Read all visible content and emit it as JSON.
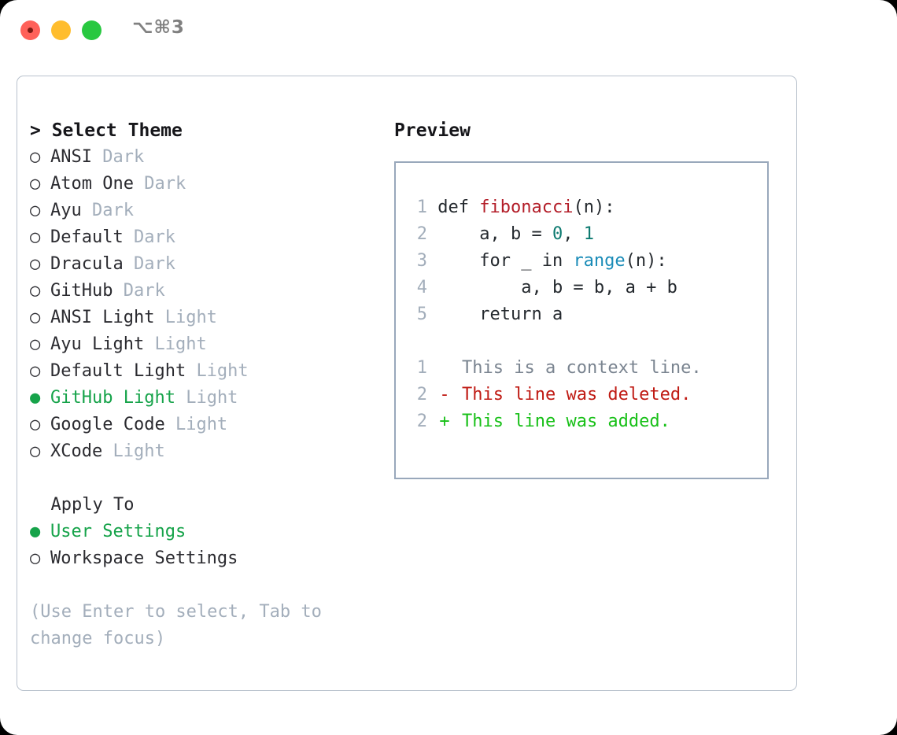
{
  "titlebar": {
    "shortcut": "⌥⌘3",
    "lights": [
      "close-red",
      "minimize-yellow",
      "maximize-green"
    ]
  },
  "theme_picker": {
    "header": "> Select Theme",
    "selected_marker": "●",
    "unselected_marker": "○",
    "selected_color": "#16a34a",
    "badge_color": "#a3aebb",
    "items": [
      {
        "marker": "○",
        "label": "ANSI",
        "badge": "Dark",
        "selected": false
      },
      {
        "marker": "○",
        "label": "Atom One",
        "badge": "Dark",
        "selected": false
      },
      {
        "marker": "○",
        "label": "Ayu",
        "badge": "Dark",
        "selected": false
      },
      {
        "marker": "○",
        "label": "Default",
        "badge": "Dark",
        "selected": false
      },
      {
        "marker": "○",
        "label": "Dracula",
        "badge": "Dark",
        "selected": false
      },
      {
        "marker": "○",
        "label": "GitHub",
        "badge": "Dark",
        "selected": false
      },
      {
        "marker": "○",
        "label": "ANSI Light",
        "badge": "Light",
        "selected": false
      },
      {
        "marker": "○",
        "label": "Ayu Light",
        "badge": "Light",
        "selected": false
      },
      {
        "marker": "○",
        "label": "Default Light",
        "badge": "Light",
        "selected": false
      },
      {
        "marker": "●",
        "label": "GitHub Light",
        "badge": "Light",
        "selected": true
      },
      {
        "marker": "○",
        "label": "Google Code",
        "badge": "Light",
        "selected": false
      },
      {
        "marker": "○",
        "label": "XCode",
        "badge": "Light",
        "selected": false
      }
    ]
  },
  "apply_to": {
    "header": "  Apply To",
    "items": [
      {
        "marker": "●",
        "label": "User Settings",
        "selected": true
      },
      {
        "marker": "○",
        "label": "Workspace Settings",
        "selected": false
      }
    ]
  },
  "hint": "(Use Enter to select, Tab to change focus)",
  "preview": {
    "title": "Preview",
    "code_lines": [
      {
        "num": "1",
        "tokens": [
          {
            "text": "def ",
            "type": "plain"
          },
          {
            "text": "fibonacci",
            "type": "fn"
          },
          {
            "text": "(n):",
            "type": "plain"
          }
        ]
      },
      {
        "num": "2",
        "tokens": [
          {
            "text": "    a, b = ",
            "type": "plain"
          },
          {
            "text": "0",
            "type": "num"
          },
          {
            "text": ", ",
            "type": "plain"
          },
          {
            "text": "1",
            "type": "num"
          }
        ]
      },
      {
        "num": "3",
        "tokens": [
          {
            "text": "    for _ in ",
            "type": "plain"
          },
          {
            "text": "range",
            "type": "call"
          },
          {
            "text": "(n):",
            "type": "plain"
          }
        ]
      },
      {
        "num": "4",
        "tokens": [
          {
            "text": "        a, b = b, a + b",
            "type": "plain"
          }
        ]
      },
      {
        "num": "5",
        "tokens": [
          {
            "text": "    return a",
            "type": "plain"
          }
        ]
      }
    ],
    "diff_lines": [
      {
        "num": "1",
        "mark": " ",
        "text": "This is a context line.",
        "kind": "ctx"
      },
      {
        "num": "2",
        "mark": "-",
        "text": "This line was deleted.",
        "kind": "del"
      },
      {
        "num": "2",
        "mark": "+",
        "text": "This line was added.",
        "kind": "add"
      }
    ],
    "colors": {
      "function_name": "#b31d28",
      "number": "#0d7a70",
      "builtin_call": "#1b8cb8",
      "diff_context": "#7a8490",
      "diff_deleted": "#c01b14",
      "diff_added": "#18c018",
      "line_number": "#a3aebb",
      "border": "#99a8bb"
    }
  }
}
